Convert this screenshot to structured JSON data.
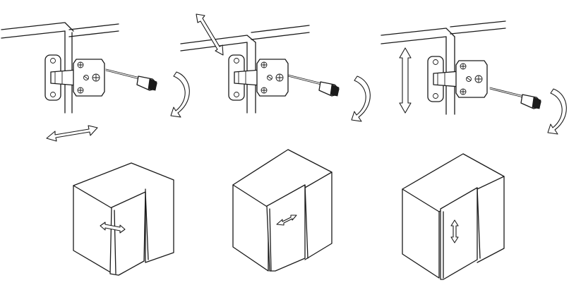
{
  "figure": {
    "steps": [
      {
        "id": "side",
        "hinge_adjustment": "side-to-side",
        "indicator_icon": "double-arrow-horizontal-icon"
      },
      {
        "id": "depth",
        "hinge_adjustment": "in-out",
        "indicator_icon": "double-arrow-diagonal-icon"
      },
      {
        "id": "height",
        "hinge_adjustment": "up-down",
        "indicator_icon": "double-arrow-vertical-icon"
      }
    ],
    "rotation_icon": "curved-arrow-rotate-icon",
    "tool_icon": "screwdriver-icon",
    "colors": {
      "line": "#1a1a1a",
      "background": "#ffffff"
    }
  }
}
